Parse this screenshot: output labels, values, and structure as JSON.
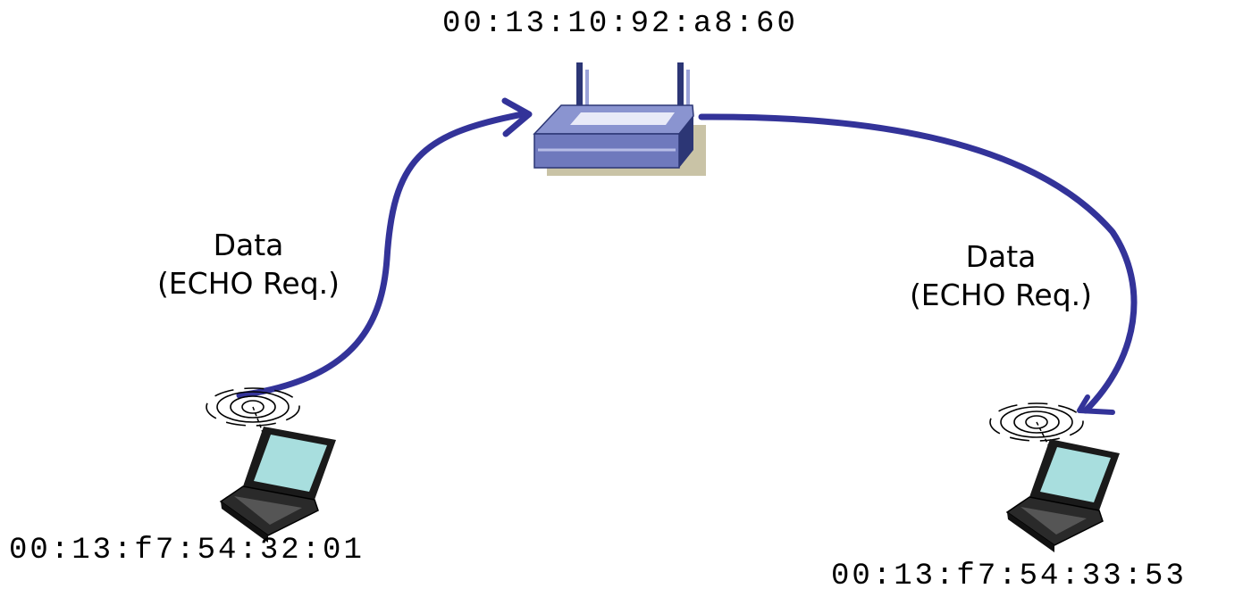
{
  "colors": {
    "arrow": "#333399",
    "router_top": "#8a94d0",
    "router_side": "#3f4a9a",
    "router_shadow": "#c9c3a6",
    "laptop_screen": "#a8dede",
    "laptop_body": "#1a1a1a"
  },
  "access_point": {
    "mac": "00:13:10:92:a8:60",
    "icon": "wireless-router-icon"
  },
  "station_left": {
    "mac": "00:13:f7:54:32:01",
    "icon": "wireless-laptop-icon"
  },
  "station_right": {
    "mac": "00:13:f7:54:33:53",
    "icon": "wireless-laptop-icon"
  },
  "frame_uplink": {
    "line1": "Data",
    "line2": "(ECHO Req.)"
  },
  "frame_downlink": {
    "line1": "Data",
    "line2": "(ECHO Req.)"
  }
}
